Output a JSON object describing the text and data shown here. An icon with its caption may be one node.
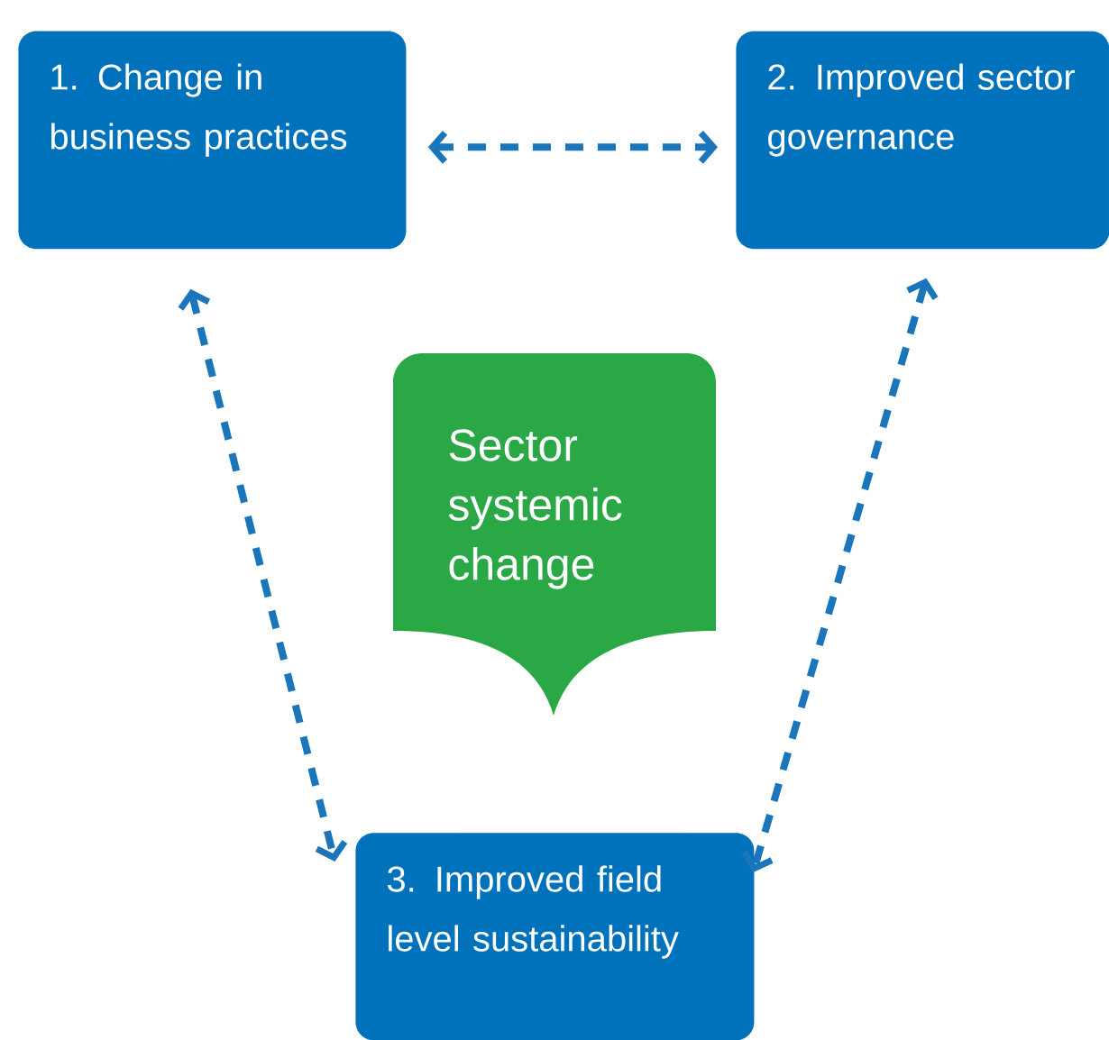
{
  "diagram": {
    "nodes": [
      {
        "text": [
          "1. Change in business practices"
        ]
      },
      {
        "text": [
          "2. Improved sector governance"
        ]
      },
      {
        "text": [
          "3. Improved field level sustainability"
        ]
      },
      {
        "text": [
          "Sector systemic change"
        ]
      }
    ],
    "edges": [
      {
        "from": 0,
        "to": 1,
        "arrow": "both",
        "style": "dashed"
      },
      {
        "from": 0,
        "to": 2,
        "arrow": "both",
        "style": "dashed"
      },
      {
        "from": 1,
        "to": 2,
        "arrow": "both",
        "style": "dashed"
      }
    ]
  }
}
